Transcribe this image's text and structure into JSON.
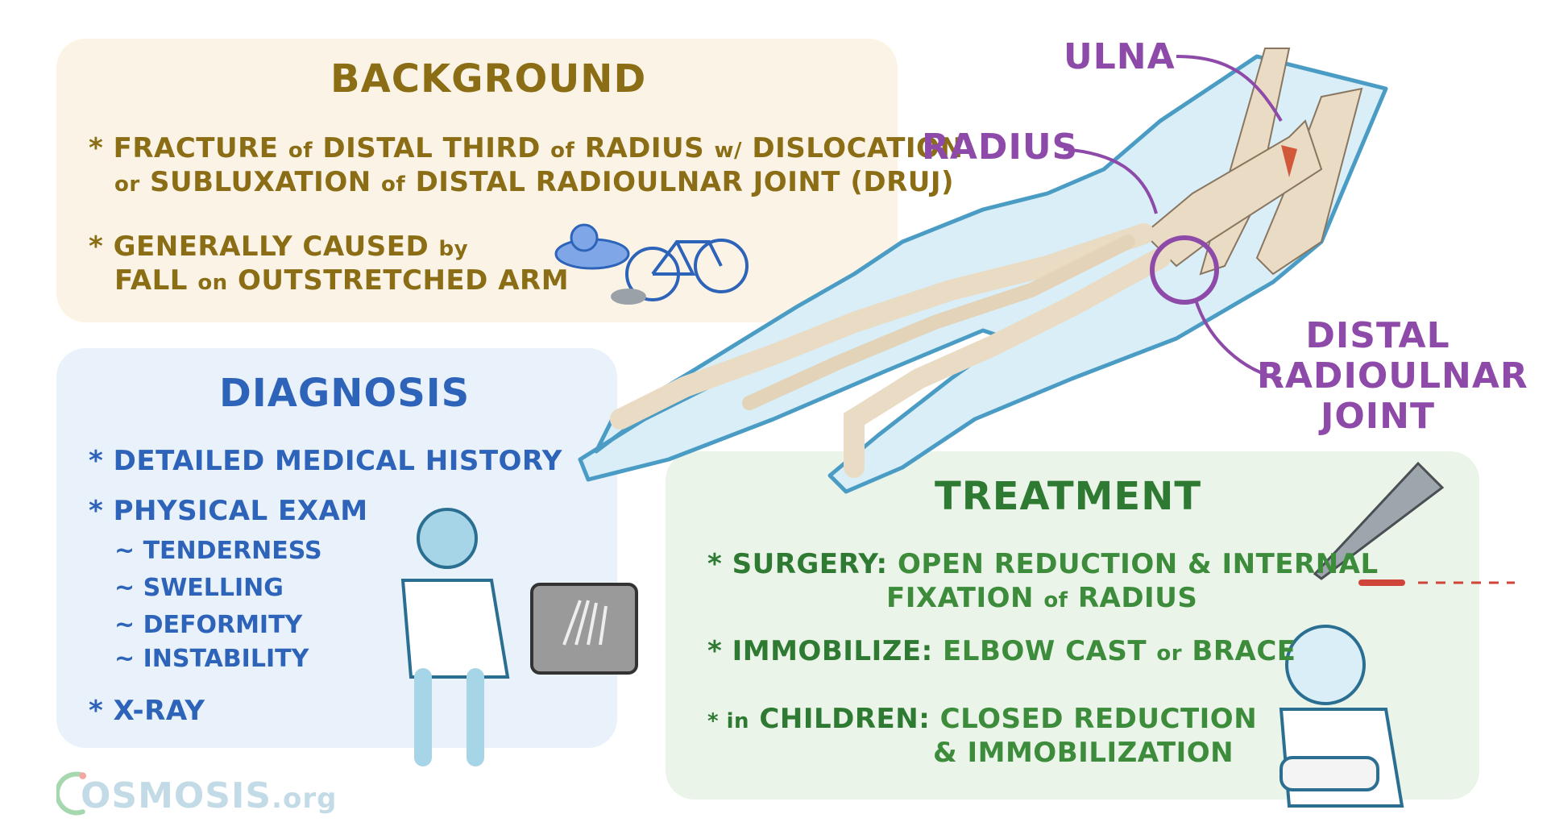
{
  "background": {
    "title": "BACKGROUND",
    "line1": [
      "* FRACTURE",
      "of",
      "DISTAL THIRD",
      "of",
      "RADIUS",
      "w/",
      "DISLOCATION"
    ],
    "line2": [
      "or",
      "SUBLUXATION",
      "of",
      "DISTAL RADIOULNAR JOINT (DRUJ)"
    ],
    "line3": [
      "* GENERALLY CAUSED",
      "by"
    ],
    "line4": [
      "FALL",
      "on",
      "OUTSTRETCHED ARM"
    ]
  },
  "diagnosis": {
    "title": "DIAGNOSIS",
    "items": [
      "* DETAILED MEDICAL HISTORY",
      "* PHYSICAL EXAM",
      "* X-RAY"
    ],
    "subitems": [
      "~ TENDERNESS",
      "~ SWELLING",
      "~ DEFORMITY",
      "~ INSTABILITY"
    ]
  },
  "treatment": {
    "title": "TREATMENT",
    "surgery_label": "* SURGERY:",
    "surgery_text1": "OPEN REDUCTION & INTERNAL",
    "surgery_text2a": "FIXATION",
    "surgery_text2b": "of",
    "surgery_text2c": "RADIUS",
    "immob_label": "* IMMOBILIZE:",
    "immob_text_a": "ELBOW CAST",
    "immob_text_b": "or",
    "immob_text_c": "BRACE",
    "children_prefix": "* in",
    "children_label": "CHILDREN:",
    "children_text1": "CLOSED REDUCTION",
    "children_text2": "& IMMOBILIZATION"
  },
  "anatomy_labels": {
    "ulna": "ULNA",
    "radius": "RADIUS",
    "druj_1": "DISTAL",
    "druj_2": "RADIOULNAR",
    "druj_3": "JOINT"
  },
  "logo": {
    "text": "OSMOSIS",
    "suffix": ".org"
  },
  "colors": {
    "background_accent": "#8a6d14",
    "diagnosis_accent": "#2d63b8",
    "treatment_accent": "#2f7a33",
    "label_accent": "#8e4aa8"
  }
}
